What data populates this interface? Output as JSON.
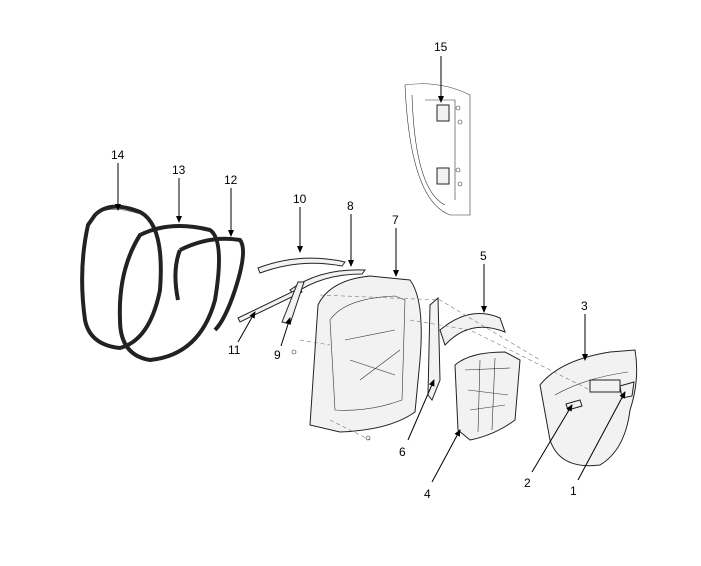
{
  "diagram": {
    "title": "Front door exploded view",
    "callouts": [
      {
        "id": "1",
        "text": "1"
      },
      {
        "id": "2",
        "text": "2"
      },
      {
        "id": "3",
        "text": "3"
      },
      {
        "id": "4",
        "text": "4"
      },
      {
        "id": "5",
        "text": "5"
      },
      {
        "id": "6",
        "text": "6"
      },
      {
        "id": "7",
        "text": "7"
      },
      {
        "id": "8",
        "text": "8"
      },
      {
        "id": "9",
        "text": "9"
      },
      {
        "id": "10",
        "text": "10"
      },
      {
        "id": "11",
        "text": "11"
      },
      {
        "id": "12",
        "text": "12"
      },
      {
        "id": "13",
        "text": "13"
      },
      {
        "id": "14",
        "text": "14"
      },
      {
        "id": "15",
        "text": "15"
      }
    ]
  }
}
